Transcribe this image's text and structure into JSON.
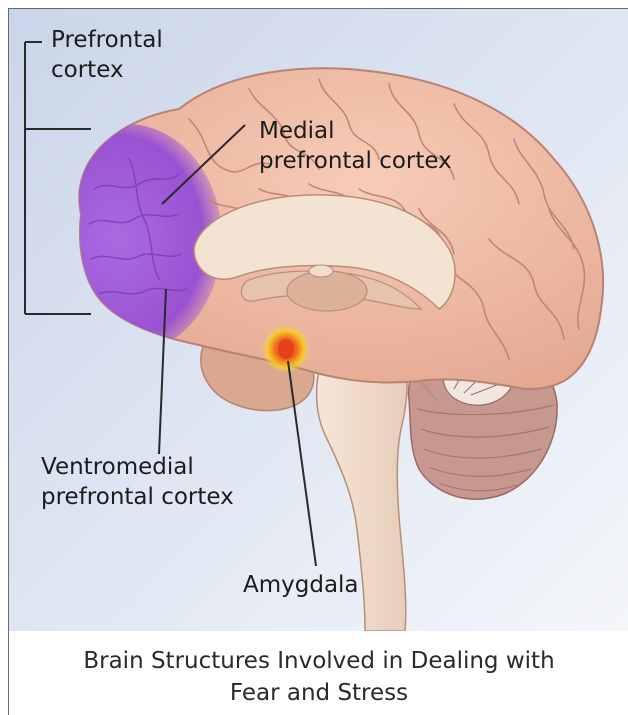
{
  "labels": {
    "prefrontal_cortex": [
      "Prefrontal",
      "cortex"
    ],
    "medial_prefrontal_cortex": [
      "Medial",
      "prefrontal cortex"
    ],
    "ventromedial_prefrontal_cortex": [
      "Ventromedial",
      "prefrontal cortex"
    ],
    "amygdala": "Amygdala"
  },
  "caption": [
    "Brain Structures Involved in Dealing with",
    "Fear and Stress"
  ],
  "colors": {
    "background_top": "#c9d5e9",
    "background_bottom": "#f2f5fa",
    "cortex": "#f0bca6",
    "cortex_outline": "#b98272",
    "prefrontal_highlight": "#a15cd6",
    "amygdala_glow": "#f5c518",
    "amygdala_core": "#e8531c",
    "brainstem": "#f3e2d3",
    "cerebellum": "#c5948c",
    "leader_lines": "#2a2a2a"
  },
  "icons": {
    "brain": "sagittal-brain-illustration"
  }
}
